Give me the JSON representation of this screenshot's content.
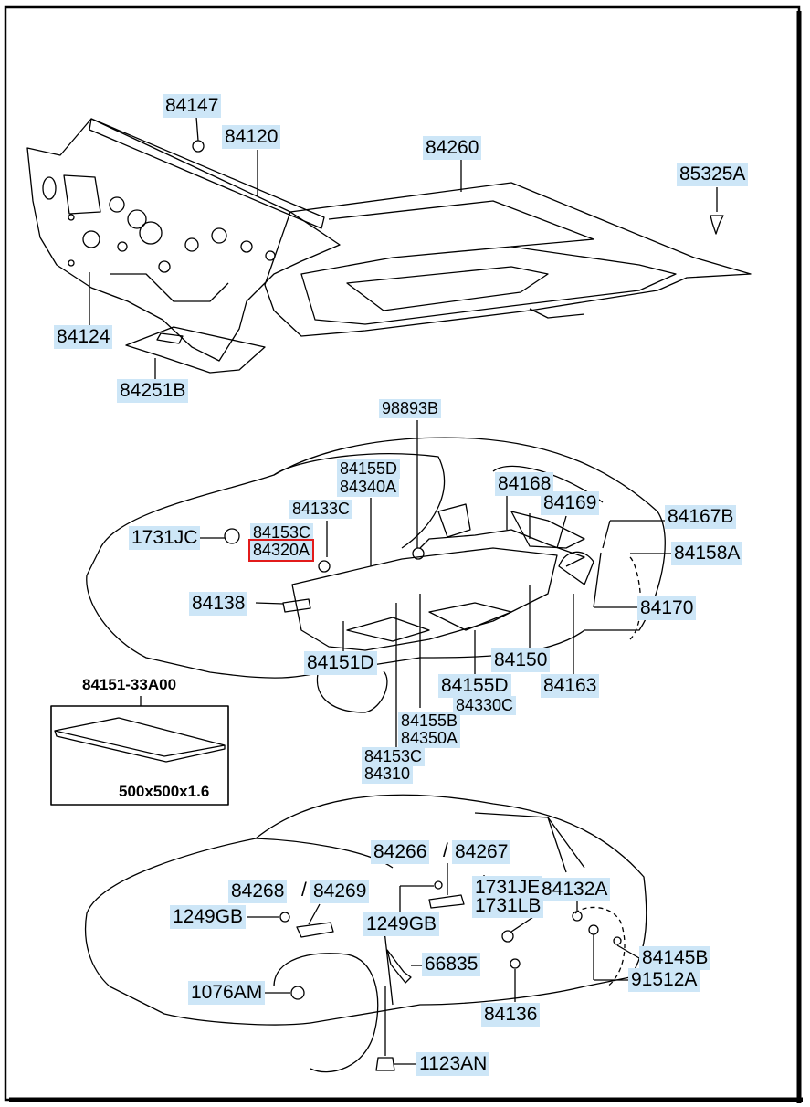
{
  "accent": {
    "label_bg": "#cde6f7",
    "highlight_border": "#e21b1b",
    "line": "#000000"
  },
  "labels": {
    "p84147": "84147",
    "p84120": "84120",
    "p84260": "84260",
    "p85325A": "85325A",
    "p84124": "84124",
    "p84251B": "84251B",
    "p98893B": "98893B",
    "p84155D_a": "84155D",
    "p84340A": "84340A",
    "p84168": "84168",
    "p84169": "84169",
    "p84133C": "84133C",
    "p84167B": "84167B",
    "p1731JC": "1731JC",
    "p84153C_a": "84153C",
    "p84320A": "84320A",
    "p84158A": "84158A",
    "p84138": "84138",
    "p84170": "84170",
    "p84151D": "84151D",
    "p84150": "84150",
    "p84155D_b": "84155D",
    "p84330C": "84330C",
    "p84163": "84163",
    "p84155B": "84155B",
    "p84350A": "84350A",
    "p84153C_b": "84153C",
    "p84310": "84310",
    "p84266": "84266",
    "p84267": "84267",
    "p84268": "84268",
    "p84269": "84269",
    "p1731JE": "1731JE",
    "p84132A": "84132A",
    "p1249GB_a": "1249GB",
    "p1731LB": "1731LB",
    "p1249GB_b": "1249GB",
    "p66835": "66835",
    "p84145B": "84145B",
    "p91512A": "91512A",
    "p1076AM": "1076AM",
    "p84136": "84136",
    "p1123AN": "1123AN"
  },
  "inset": {
    "part_number": "84151-33A00",
    "dimensions": "500x500x1.6"
  },
  "separators": {
    "slash": "/"
  }
}
